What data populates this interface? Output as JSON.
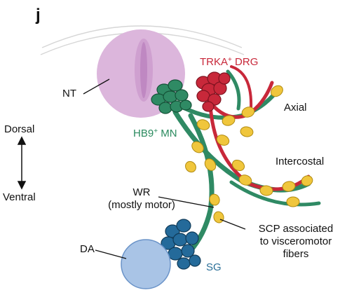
{
  "panel_letter": "j",
  "labels": {
    "nt": "NT",
    "trka_prefix": "TRKA",
    "trka_sup": "+",
    "trka_suffix": " DRG",
    "hb9_prefix": "HB9",
    "hb9_sup": "+",
    "hb9_suffix": " MN",
    "axial": "Axial",
    "intercostal": "Intercostal",
    "dorsal": "Dorsal",
    "ventral": "Ventral",
    "wr_line1": "WR",
    "wr_line2": "(mostly motor)",
    "scp_line1": "SCP associated",
    "scp_line2": "to visceromotor",
    "scp_line3": "fibers",
    "da": "DA",
    "sg": "SG"
  },
  "colors": {
    "neural_tube": "#dcb6dc",
    "drg_red": "#c8283a",
    "motor_green": "#2f8a64",
    "scp_yellow": "#f0c63c",
    "sympathetic_blue": "#246a9a",
    "aorta_blue": "#a9c4e6"
  }
}
